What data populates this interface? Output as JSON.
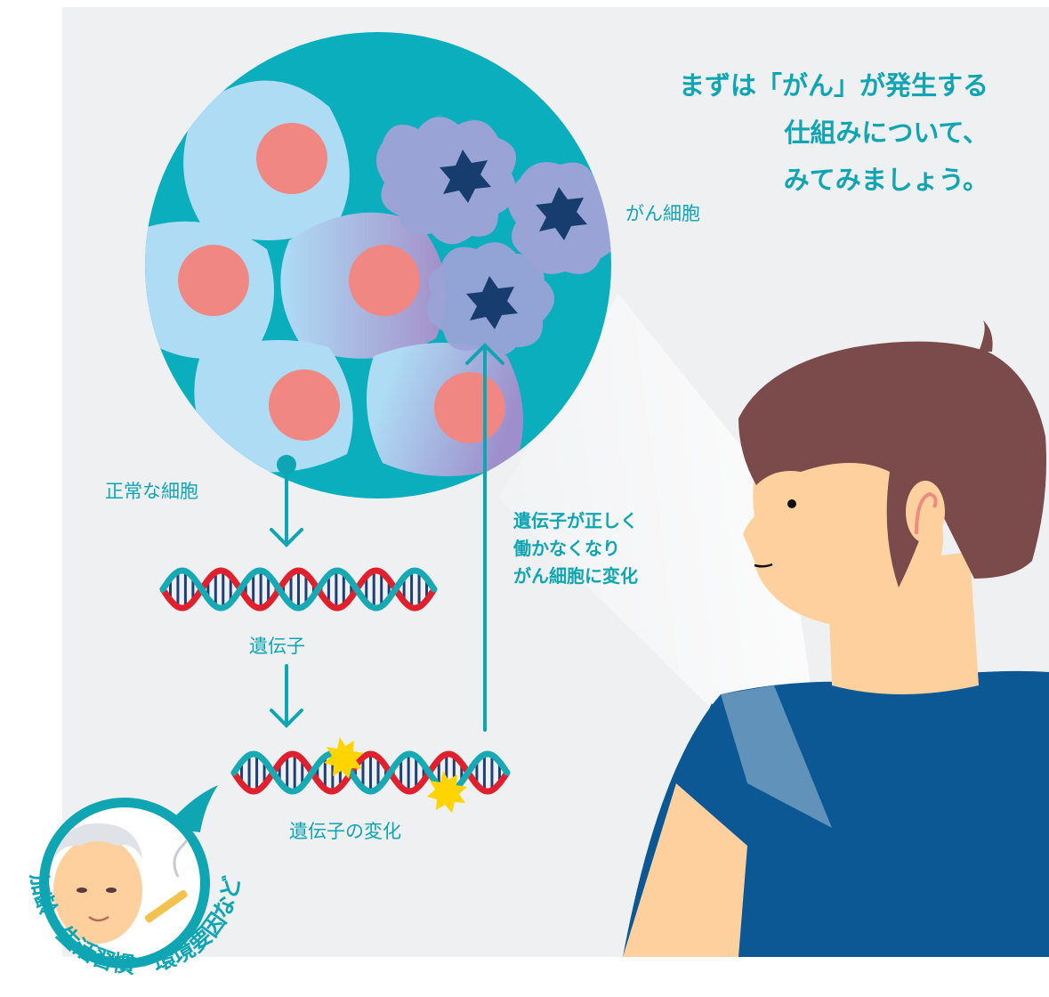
{
  "heading": {
    "lines": [
      "まずは「がん」が発生する",
      "仕組みについて、",
      "みてみましょう。"
    ]
  },
  "labels": {
    "cancer_cell": "がん細胞",
    "normal_cell": "正常な細胞",
    "gene": "遺伝子",
    "gene_change": "遺伝子の変化",
    "explanation": [
      "遺伝子が正しく",
      "働かなくなり",
      "がん細胞に変化"
    ],
    "factors": "加齢・生活習慣・環境要因など"
  },
  "colors": {
    "background": "#eff0f2",
    "teal": "#0fa5b3",
    "cell_body": "#aedcf5",
    "nucleus": "#f08783",
    "cancer_cell": "#9aa3d6",
    "cancer_nucleus": "#173d6e",
    "dna_red": "#e0212d",
    "dna_teal": "#18aab4",
    "dna_rungs": "#1f3f77",
    "mutation": "#ffd400",
    "hair": "#7b4a4a",
    "skin": "#fdd09e",
    "shirt": "#0b5895"
  }
}
